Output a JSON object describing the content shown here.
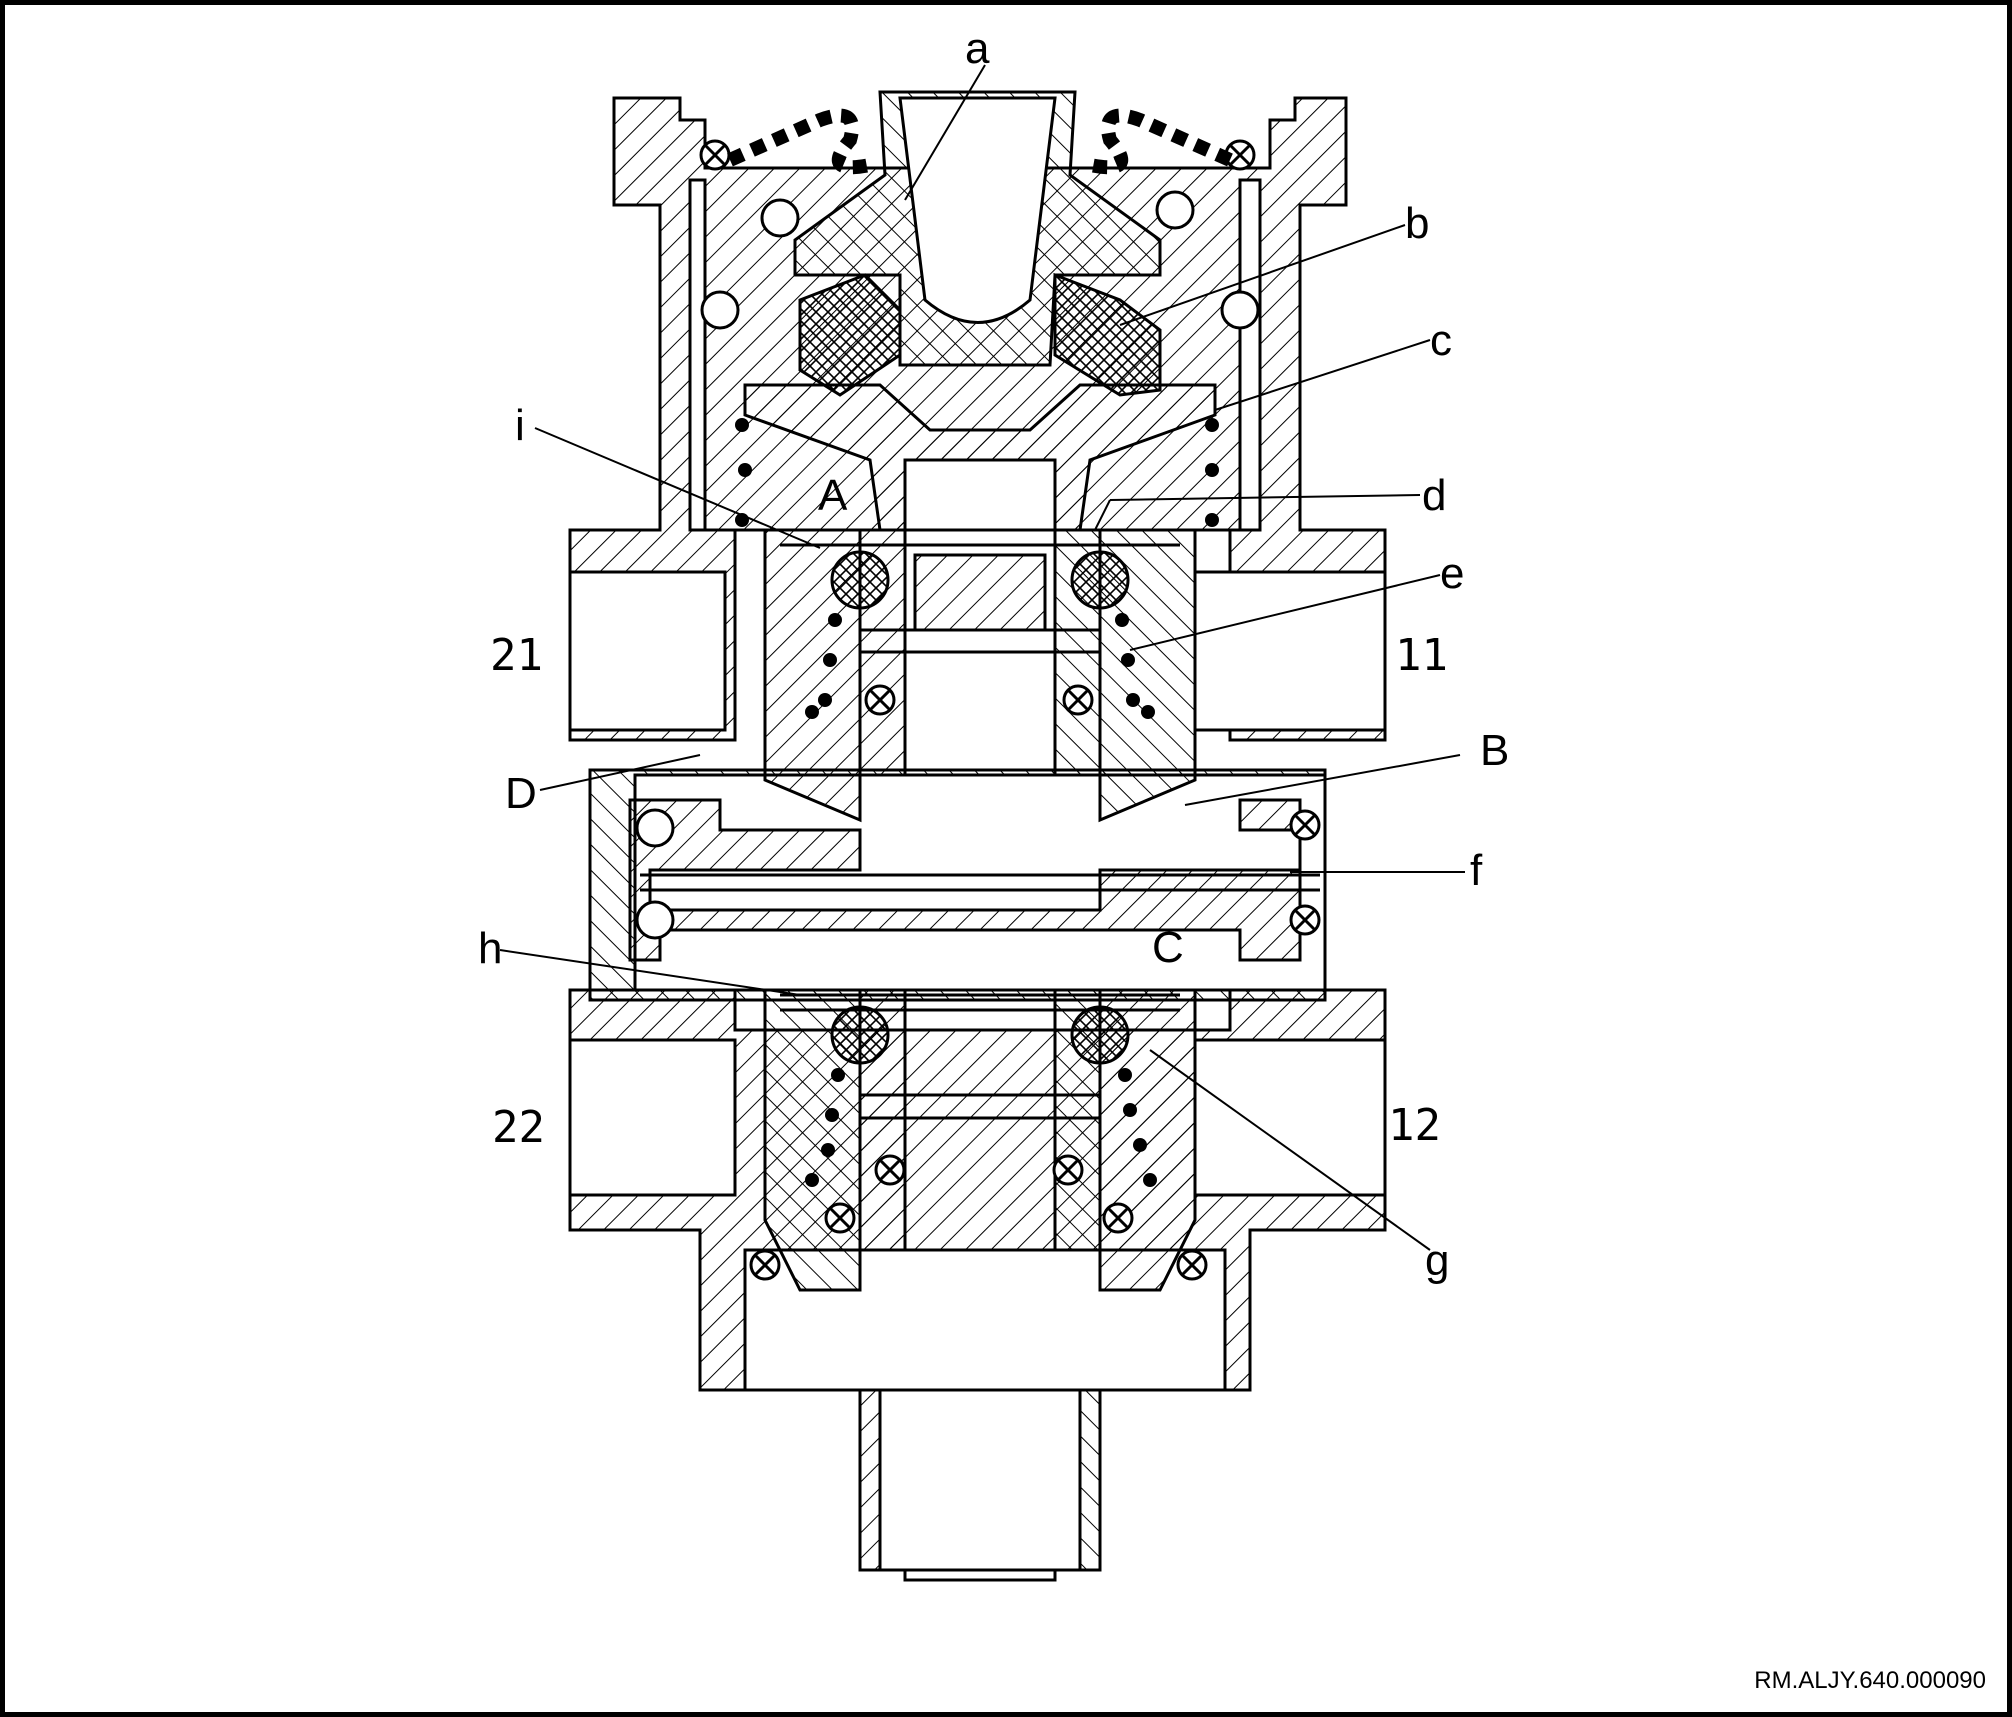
{
  "labels": {
    "a": "a",
    "b": "b",
    "c": "c",
    "d": "d",
    "e": "e",
    "f": "f",
    "g": "g",
    "h": "h",
    "i": "i",
    "A": "A",
    "B": "B",
    "C": "C",
    "D": "D",
    "p21": "21",
    "p11": "11",
    "p22": "22",
    "p12": "12"
  },
  "reference_code": "RM.ALJY.640.000090",
  "colors": {
    "line": "#000000",
    "background": "#ffffff"
  }
}
